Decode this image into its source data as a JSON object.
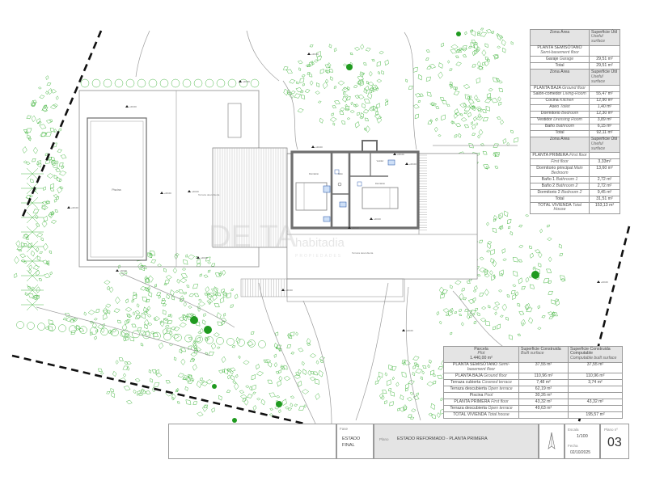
{
  "plan": {
    "pool_label": "Piscina",
    "room_labels": {
      "bedroom_left": "Dormitorio",
      "bedroom_right": "Dormitorio",
      "bath": "Baño",
      "dressing": "Vestidor"
    },
    "terrace_left": "Terraza descubierta",
    "terrace_bottom": "Terraza descubierta",
    "level_tag": "+00.00",
    "watermark_main": "DE      TA",
    "watermark_brand": "habitadia",
    "watermark_sub": "PROPIEDADES"
  },
  "areas_table": {
    "rows": [
      {
        "type": "hdr",
        "zone": "Zona Área",
        "surface": "Superficie Útil",
        "surface_en": "Useful surface"
      },
      {
        "type": "section",
        "zone": "PLANTA SEMISÓTANO",
        "zone_en": "Semi-basement floor",
        "value": ""
      },
      {
        "type": "row",
        "zone": "Garaje",
        "zone_en": "Garage",
        "value": "29,51 m²"
      },
      {
        "type": "row",
        "zone": "Total",
        "zone_en": "",
        "value": "29,51 m²"
      },
      {
        "type": "hdr",
        "zone": "Zona Área",
        "surface": "Superficie Útil",
        "surface_en": "Useful surface"
      },
      {
        "type": "section",
        "zone": "PLANTA BAJA",
        "zone_en": "Ground floor",
        "value": ""
      },
      {
        "type": "row",
        "zone": "Salón-comedor",
        "zone_en": "Living-Room",
        "value": "55,47 m²"
      },
      {
        "type": "row",
        "zone": "Cocina",
        "zone_en": "Kitchen",
        "value": "12,90 m²"
      },
      {
        "type": "row",
        "zone": "Aseo",
        "zone_en": "Toilet",
        "value": "1,40 m²"
      },
      {
        "type": "row",
        "zone": "Dormitorio",
        "zone_en": "Bedroom",
        "value": "12,30 m²"
      },
      {
        "type": "row",
        "zone": "Vestidor",
        "zone_en": "Dressing Room",
        "value": "3,89 m²"
      },
      {
        "type": "row",
        "zone": "Baño",
        "zone_en": "Bathroom",
        "value": "6,15 m²"
      },
      {
        "type": "row",
        "zone": "Total",
        "zone_en": "",
        "value": "92,11 m²"
      },
      {
        "type": "hdr",
        "zone": "Zona Área",
        "surface": "Superficie Útil",
        "surface_en": "Useful surface"
      },
      {
        "type": "section",
        "zone": "PLANTA PRIMERA",
        "zone_en": "First floor",
        "value": ""
      },
      {
        "type": "row",
        "zone": "",
        "zone_en": "First floor",
        "value": "3,33m²"
      },
      {
        "type": "row",
        "zone": "Dormitorio principal",
        "zone_en": "Main Bedroom",
        "value": "13,60 m²"
      },
      {
        "type": "row",
        "zone": "Baño 1",
        "zone_en": "Bathroom 1",
        "value": "2,72 m²"
      },
      {
        "type": "row",
        "zone": "Baño 2",
        "zone_en": "Bathroom 2",
        "value": "2,72 m²"
      },
      {
        "type": "row",
        "zone": "Dormitorio 2",
        "zone_en": "Bedroom 2",
        "value": "9,45 m²"
      },
      {
        "type": "row",
        "zone": "Total",
        "zone_en": "",
        "value": "31,51 m²"
      },
      {
        "type": "row",
        "zone": "TOTAL VIVIENDA",
        "zone_en": "Total House",
        "value": "153,13 m²"
      }
    ]
  },
  "built_table": {
    "header": {
      "c1": "Parcela",
      "c1_en": "Plot",
      "c1_val": "1.440,00 m²",
      "c2": "Superficie Construida",
      "c2_en": "Built surface",
      "c3": "Superficie Construida Computable",
      "c3_en": "Computable built surface"
    },
    "rows": [
      {
        "label": "PLANTA SEMISÓTANO",
        "label_en": "Semi-basement floor",
        "built": "37,55 m²",
        "comp": "37,55 m²"
      },
      {
        "label": "PLANTA BAJA",
        "label_en": "Ground floor",
        "built": "110,96 m²",
        "comp": "110,96 m²"
      },
      {
        "label": "Terraza cubierta",
        "label_en": "Covered terrace",
        "built": "7,48 m²",
        "comp": "3,74 m²"
      },
      {
        "label": "Terraza descubierta",
        "label_en": "Open terrace",
        "built": "62,19 m²",
        "comp": ""
      },
      {
        "label": "Piscina",
        "label_en": "Pool",
        "built": "30,26 m²",
        "comp": ""
      },
      {
        "label": "PLANTA PRIMERA",
        "label_en": "First floor",
        "built": "43,32 m²",
        "comp": "43,32 m²"
      },
      {
        "label": "Terraza descubierta",
        "label_en": "Open terrace",
        "built": "49,63 m²",
        "comp": ""
      },
      {
        "label": "TOTAL VIVIENDA",
        "label_en": "Total house",
        "built": "",
        "comp": "195,57 m²"
      }
    ]
  },
  "title_block": {
    "phase_label": "Fase",
    "phase_value": "ESTADO FINAL",
    "plan_label": "Plano",
    "plan_value": "ESTADO REFORMADO - PLANTA PRIMERA",
    "scale_label": "Escala",
    "scale_value": "1/100",
    "date_label": "Fecha",
    "date_value": "02/10/2025",
    "sheet_label": "Plano nº",
    "sheet_value": "03"
  },
  "colors": {
    "tree_green": "#4cb848",
    "solid_green": "#1f9a1f",
    "wall": "#6f6f6f",
    "line": "#8a8a8a",
    "header_fill": "#e4e4e4"
  }
}
